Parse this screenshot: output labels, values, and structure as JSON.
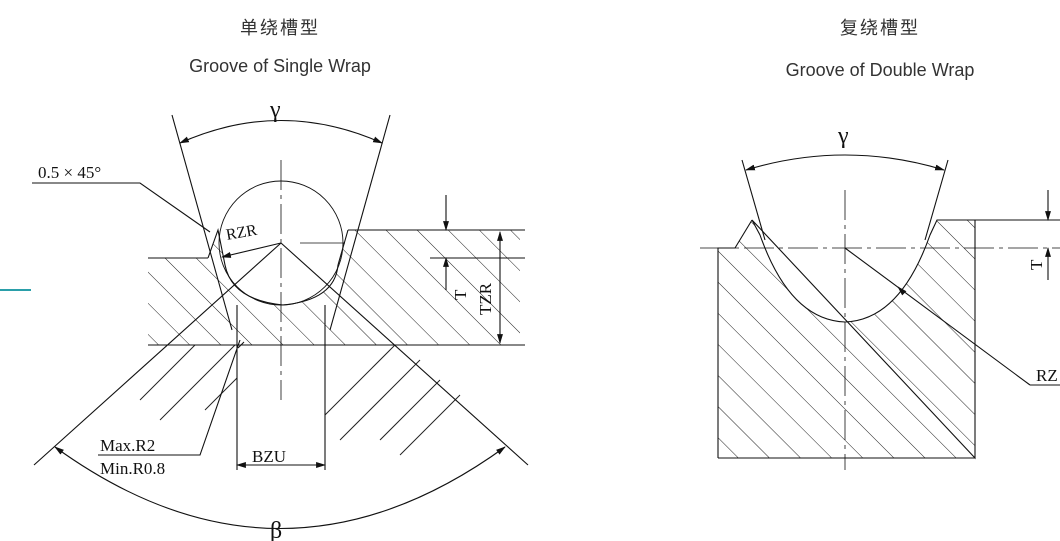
{
  "diagrams": [
    {
      "title_zh": "单绕槽型",
      "title_en": "Groove of Single Wrap",
      "labels": {
        "gamma": "γ",
        "chamfer": "0.5 × 45°",
        "rzr": "RZR",
        "t": "T",
        "tzr": "TZR",
        "max_r": "Max.R2",
        "min_r": "Min.R0.8",
        "bzu": "BZU",
        "beta": "β"
      }
    },
    {
      "title_zh": "复绕槽型",
      "title_en": "Groove of Double Wrap",
      "labels": {
        "gamma": "γ",
        "t": "T",
        "rz": "RZ"
      }
    }
  ],
  "colors": {
    "accent": "#2a9fa9",
    "line": "#111111",
    "title_text": "#333333"
  }
}
